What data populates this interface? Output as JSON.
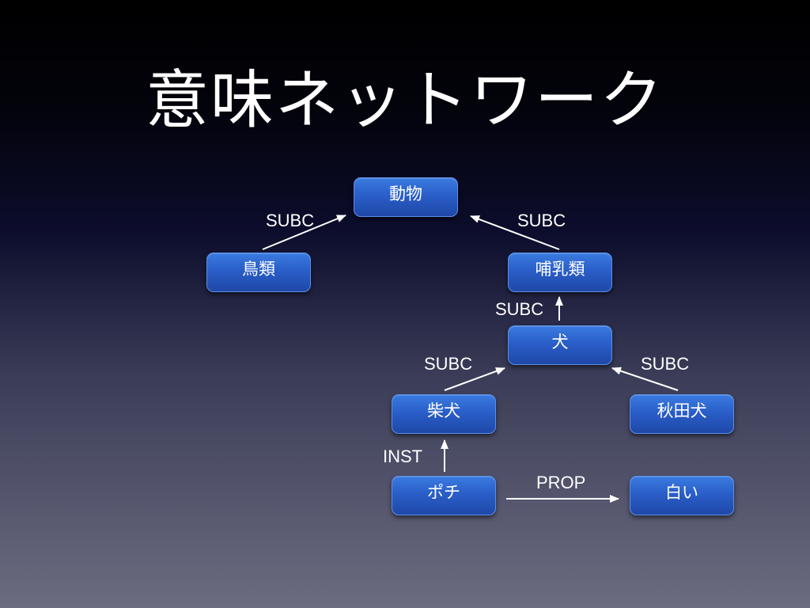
{
  "title": "意味ネットワーク",
  "nodes": {
    "animal": "動物",
    "birds": "鳥類",
    "mammals": "哺乳類",
    "dog": "犬",
    "shiba": "柴犬",
    "akita": "秋田犬",
    "pochi": "ポチ",
    "white": "白い"
  },
  "edges": {
    "birds_animal": "SUBC",
    "mammals_animal": "SUBC",
    "dog_mammals": "SUBC",
    "shiba_dog": "SUBC",
    "akita_dog": "SUBC",
    "pochi_shiba": "INST",
    "pochi_white": "PROP"
  }
}
